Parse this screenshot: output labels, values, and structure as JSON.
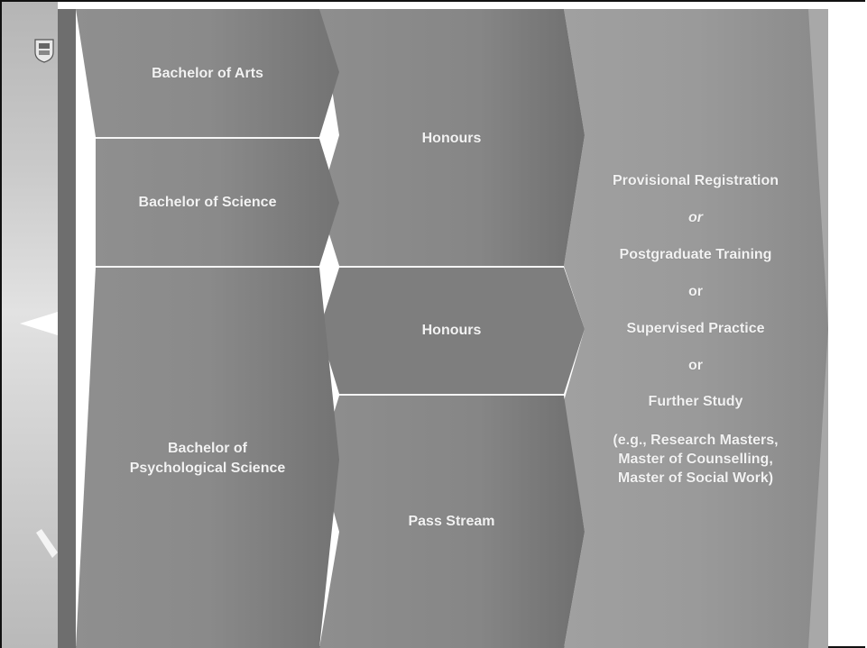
{
  "diagram": {
    "column1": {
      "arts": "Bachelor of Arts",
      "science": "Bachelor of Science",
      "psych_line1": "Bachelor of",
      "psych_line2": "Psychological Science"
    },
    "column2": {
      "honours_upper": "Honours",
      "honours_lower": "Honours",
      "pass": "Pass Stream"
    },
    "column3": {
      "line1": "Provisional Registration",
      "or1": "or",
      "line2": "Postgraduate Training",
      "or2": "or",
      "line3": "Supervised Practice",
      "or3": "or",
      "line4": "Further Study",
      "line5": "(e.g., Research Masters,",
      "line6": "Master of Counselling,",
      "line7": "Master of Social Work)"
    }
  },
  "colors": {
    "background": "#ffffff",
    "column_gray": "#848484",
    "text": "#f2f2f2",
    "divider": "#f5f5f5"
  },
  "icons": [
    "university-crest-icon",
    "left-arrow-icon",
    "pen-icon"
  ]
}
